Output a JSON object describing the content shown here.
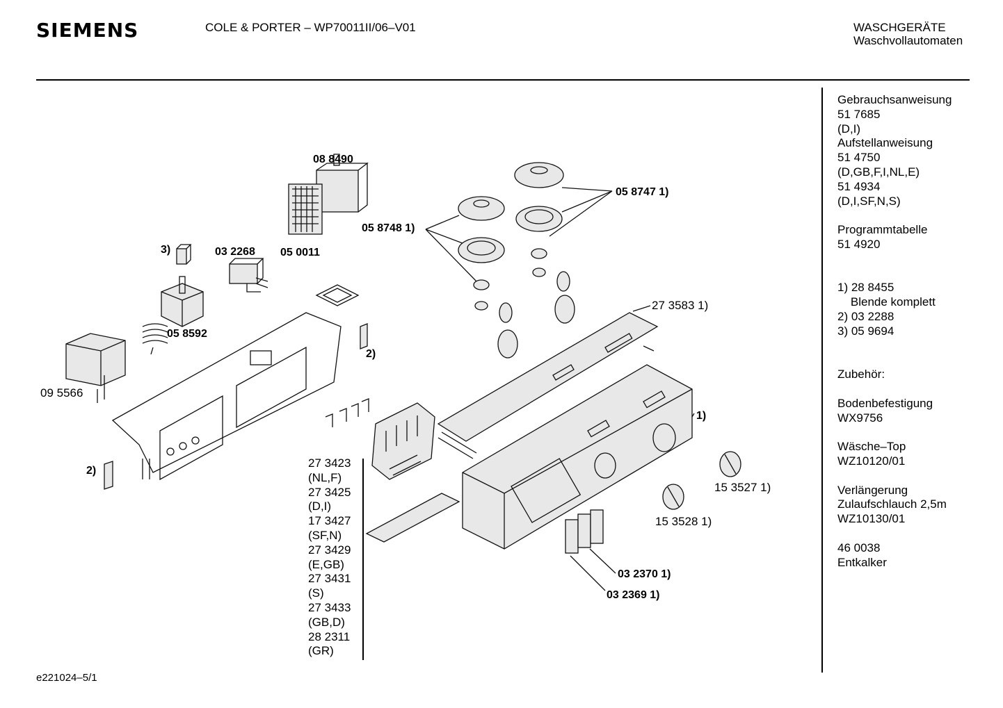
{
  "header": {
    "brand": "SIEMENS",
    "model": "COLE & PORTER – WP70011II/06–V01",
    "category_line1": "WASCHGERÄTE",
    "category_line2": "Waschvollautomaten"
  },
  "sidebar": {
    "lines": [
      "Gebrauchsanweisung",
      "51 7685",
      "(D,I)",
      "Aufstellanweisung",
      "51 4750",
      "(D,GB,F,I,NL,E)",
      "51 4934",
      "(D,I,SF,N,S)",
      "",
      "Programmtabelle",
      "51 4920",
      "",
      "",
      "1) 28 8455",
      "    Blende komplett",
      "2) 03 2288",
      "3) 05 9694",
      "",
      "",
      "Zubehör:",
      "",
      "Bodenbefestigung",
      "WX9756",
      "",
      "Wäsche–Top",
      "WZ10120/01",
      "",
      "Verlängerung",
      "Zulaufschlauch 2,5m",
      "WZ10130/01",
      "",
      "46 0038",
      "Entkalker"
    ]
  },
  "diagram": {
    "labels": {
      "p088490": "08 8490",
      "p050011": "05 0011",
      "p032268": "03 2268",
      "n3": "3)",
      "p058592": "05 8592",
      "p095566": "09 5566",
      "n2a": "2)",
      "n2b": "2)",
      "p0587471": "05 8747 1)",
      "p0587481": "05 8748 1)",
      "p2735831": "27 3583 1)",
      "n1": "1)",
      "p1535271": "15 3527 1)",
      "p1535281": "15 3528 1)",
      "p0323701": "03 2370 1)",
      "p0323691": "03 2369 1)"
    },
    "variant_list": [
      "27 3423",
      "(NL,F)",
      "27 3425",
      "(D,I)",
      "17 3427",
      "(SF,N)",
      "27 3429",
      "(E,GB)",
      "27 3431",
      "(S)",
      "27 3433",
      "(GB,D)",
      "28 2311",
      "(GR)"
    ]
  },
  "footer": {
    "code": "e221024–5/1"
  }
}
